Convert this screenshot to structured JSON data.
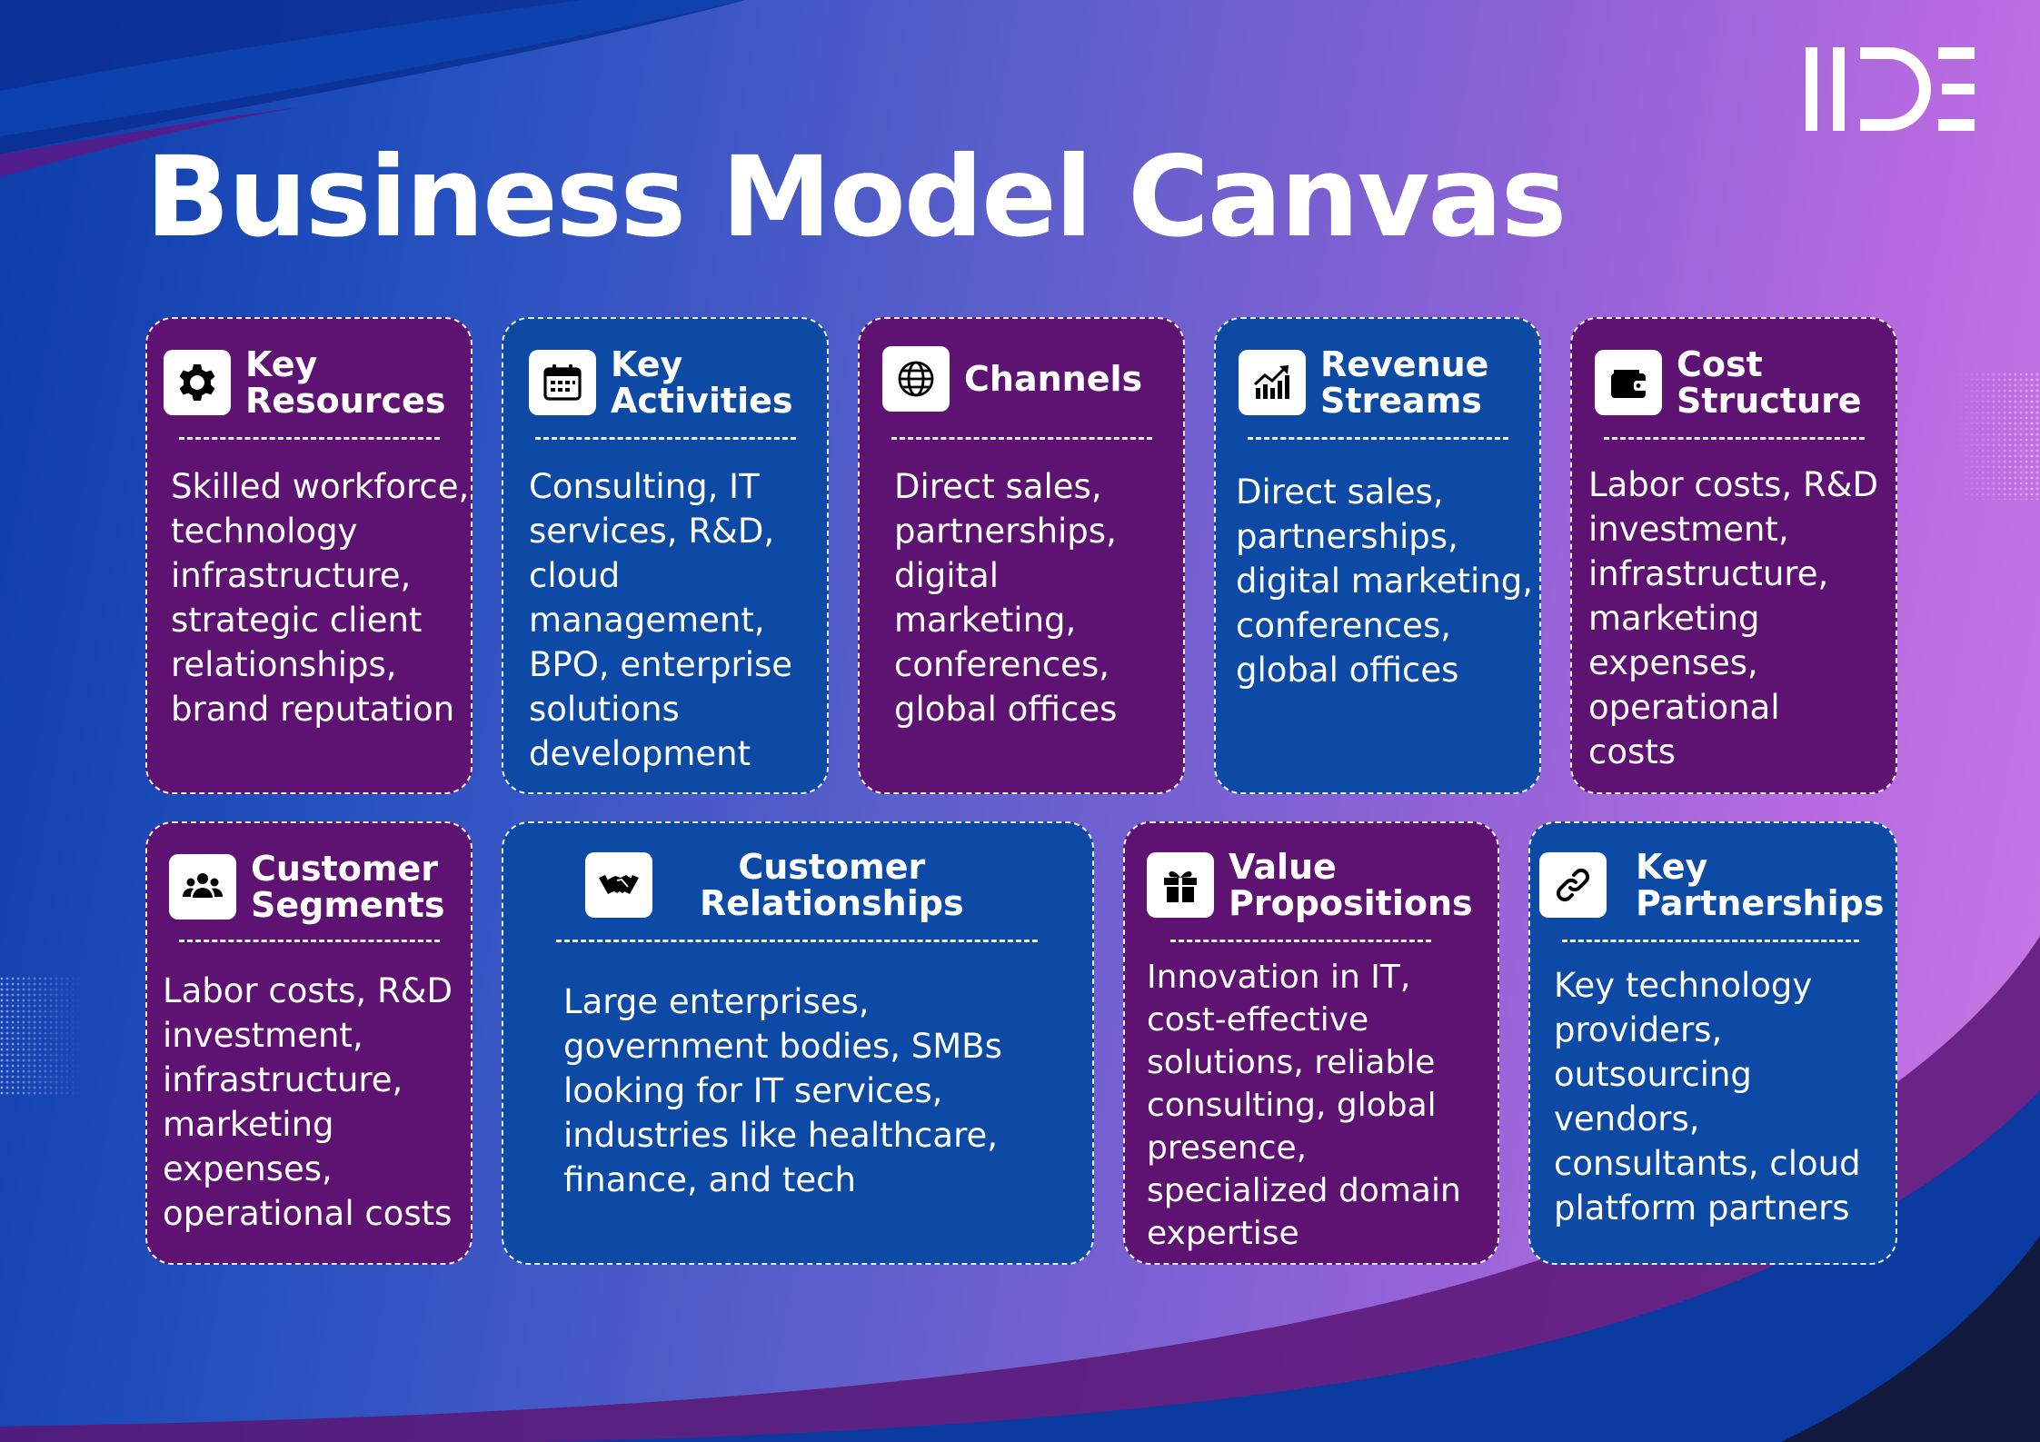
{
  "title": "Business Model Canvas",
  "logo": {
    "text": "IIDE"
  },
  "colors": {
    "purple_card": "#5e1272",
    "blue_card": "#0c4aa6",
    "text": "#ffffff"
  },
  "cards": {
    "key_resources": {
      "icon": "gear-icon",
      "title": "Key\nResources",
      "body": "Skilled workforce,\ntechnology\ninfrastructure,\nstrategic client\nrelationships,\nbrand reputation"
    },
    "key_activities": {
      "icon": "calendar-icon",
      "title": "Key\nActivities",
      "body": "Consulting, IT\nservices, R&D,\ncloud\nmanagement,\nBPO, enterprise\nsolutions\ndevelopment"
    },
    "channels": {
      "icon": "globe-icon",
      "title": "Channels",
      "body": "Direct sales,\npartnerships,\ndigital\nmarketing,\nconferences,\nglobal offices"
    },
    "revenue_streams": {
      "icon": "growth-chart-icon",
      "title": "Revenue\nStreams",
      "body": "Direct sales,\npartnerships,\ndigital marketing,\nconferences,\nglobal offices"
    },
    "cost_structure": {
      "icon": "wallet-icon",
      "title": "Cost\nStructure",
      "body": "Labor costs, R&D\ninvestment,\ninfrastructure,\nmarketing\nexpenses,\noperational\ncosts"
    },
    "customer_segments": {
      "icon": "people-group-icon",
      "title": "Customer\nSegments",
      "body": "Labor costs, R&D\ninvestment,\ninfrastructure,\nmarketing\nexpenses,\noperational costs"
    },
    "customer_relationships": {
      "icon": "handshake-icon",
      "title": "Customer\nRelationships",
      "body": "Large enterprises,\ngovernment bodies, SMBs\nlooking for IT services,\nindustries like healthcare,\nfinance, and tech"
    },
    "value_propositions": {
      "icon": "gift-icon",
      "title": "Value\nPropositions",
      "body": "Innovation in IT,\ncost-effective\nsolutions, reliable\nconsulting, global\npresence,\nspecialized domain\nexpertise"
    },
    "key_partnerships": {
      "icon": "link-icon",
      "title": "Key\nPartnerships",
      "body": "Key technology\nproviders,\noutsourcing\nvendors,\nconsultants, cloud\nplatform partners"
    }
  }
}
